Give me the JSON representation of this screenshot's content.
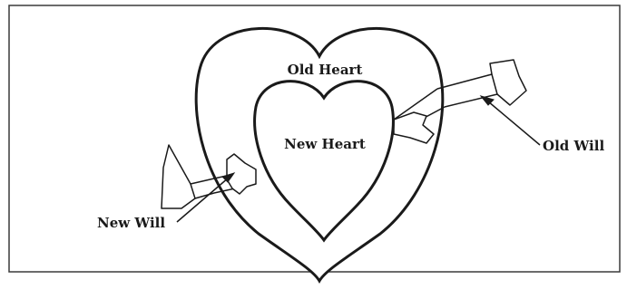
{
  "diagram": {
    "labels": {
      "old_heart": "Old Heart",
      "new_heart": "New Heart",
      "old_will": "Old Will",
      "new_will": "New Will"
    },
    "colors": {
      "stroke": "#1a1a1a",
      "fill": "#ffffff",
      "frame": "#3a3a3a"
    }
  }
}
